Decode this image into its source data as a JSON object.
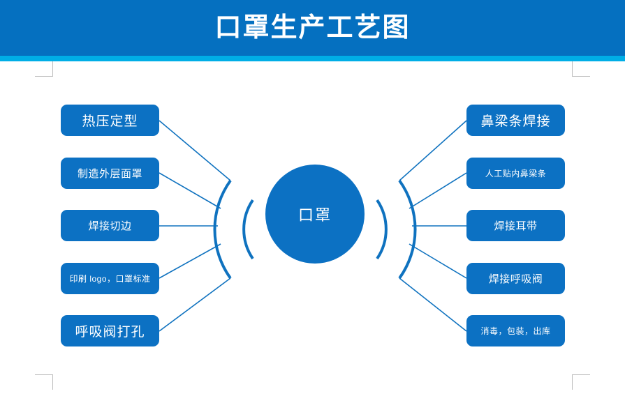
{
  "header": {
    "title": "口罩生产工艺图",
    "band_color": "#0570c0",
    "accent_color": "#00aee6",
    "title_color": "#ffffff"
  },
  "frame": {
    "corner_color": "#bdbdbd",
    "corners": [
      "top-left",
      "top-right",
      "bottom-left",
      "bottom-right"
    ]
  },
  "diagram": {
    "center": {
      "label": "口罩",
      "color": "#0c71c3"
    },
    "node_color": "#0c71c3",
    "line_color": "#0f72bf",
    "left_nodes": [
      {
        "label": "热压定型",
        "size": "lg"
      },
      {
        "label": "制造外层面罩",
        "size": "md"
      },
      {
        "label": "焊接切边",
        "size": "md"
      },
      {
        "label": "印刷 logo，口罩标准",
        "size": "sm"
      },
      {
        "label": "呼吸阀打孔",
        "size": "lg"
      }
    ],
    "right_nodes": [
      {
        "label": "鼻梁条焊接",
        "size": "lg"
      },
      {
        "label": "人工贴内鼻梁条",
        "size": "sm"
      },
      {
        "label": "焊接耳带",
        "size": "md"
      },
      {
        "label": "焊接呼吸阀",
        "size": "md"
      },
      {
        "label": "消毒，包装，出库",
        "size": "sm"
      }
    ]
  }
}
